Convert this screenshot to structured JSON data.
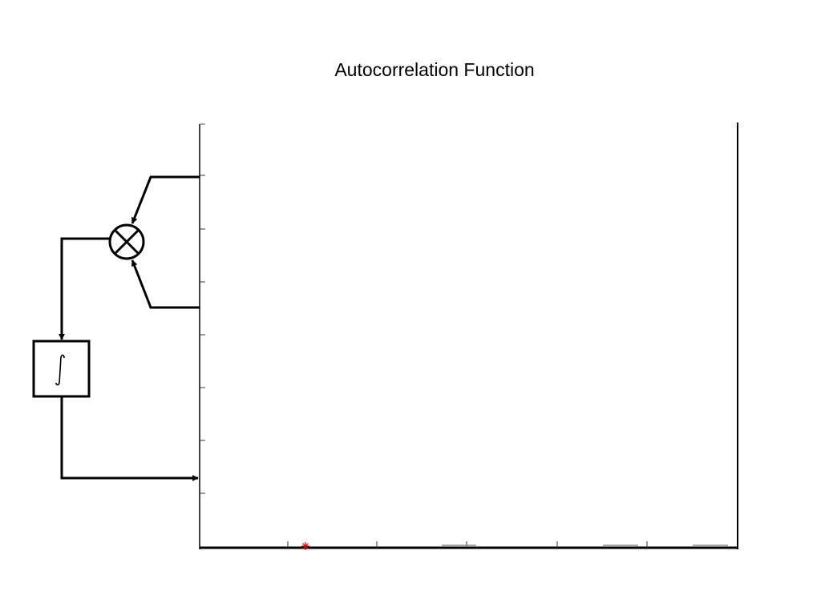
{
  "title": "Autocorrelation Function",
  "diagram": {
    "blocks": [
      {
        "id": "multiplier",
        "symbol": "×",
        "shape": "circle-cross"
      },
      {
        "id": "integrator",
        "symbol": "∫",
        "shape": "box"
      }
    ],
    "connections": [
      {
        "from": "plot-axis",
        "to": "multiplier"
      },
      {
        "from": "plot-axis",
        "to": "multiplier"
      },
      {
        "from": "multiplier",
        "to": "integrator"
      },
      {
        "from": "integrator",
        "to": "plot-axis"
      }
    ]
  },
  "colors": {
    "line": "#000000",
    "marker": "#cc0000",
    "tick_gray": "#888888"
  }
}
